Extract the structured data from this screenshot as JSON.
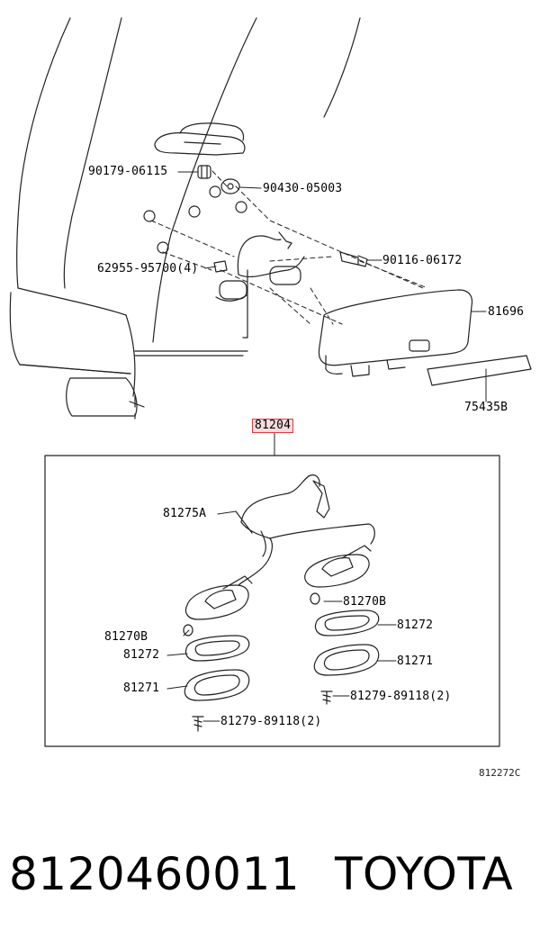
{
  "diagram": {
    "callouts": {
      "c90179": "90179-06115",
      "c90430": "90430-05003",
      "c90116": "90116-06172",
      "c62955": "62955-95700(4)",
      "c81696": "81696",
      "c75435": "75435B",
      "c81204": "81204",
      "c81275": "81275A",
      "c81270b_r": "81270B",
      "c81272_r": "81272",
      "c81271_r": "81271",
      "c81279_r": "81279-89118(2)",
      "c81270b_l": "81270B",
      "c81272_l": "81272",
      "c81271_l": "81271",
      "c81279_l": "81279-89118(2)"
    },
    "figure_id": "812272C",
    "highlight_color": "#e03a3a"
  },
  "footer": {
    "part_number": "8120460011",
    "brand": "TOYOTA"
  }
}
